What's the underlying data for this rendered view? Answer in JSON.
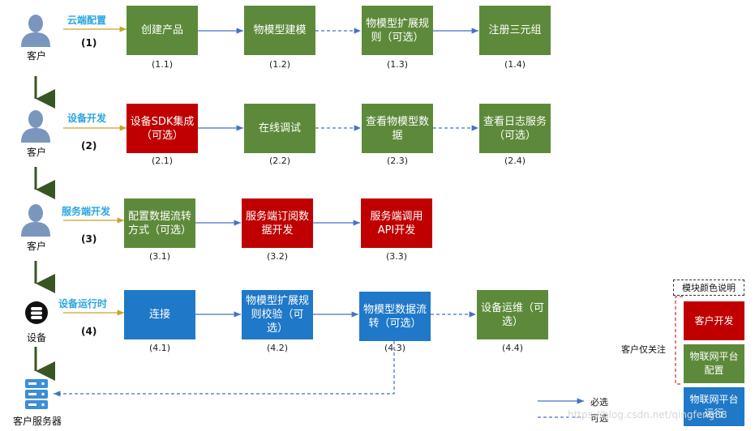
{
  "rows": [
    {
      "actor": "客户",
      "phase": "云端配置",
      "index": "(1)"
    },
    {
      "actor": "客户",
      "phase": "设备开发",
      "index": "(2)"
    },
    {
      "actor": "客户",
      "phase": "服务端开发",
      "index": "(3)"
    },
    {
      "actor": "设备",
      "phase": "设备运行时",
      "index": "(4)"
    }
  ],
  "final_actor": "客户服务器",
  "boxes": {
    "b11": {
      "text": "创建产品",
      "step": "(1.1)"
    },
    "b12": {
      "text": "物模型建模",
      "step": "(1.2)"
    },
    "b13": {
      "text": "物模型扩展规则（可选）",
      "step": "(1.3)"
    },
    "b14": {
      "text": "注册三元组",
      "step": "(1.4)"
    },
    "b21": {
      "text": "设备SDK集成（可选）",
      "step": "(2.1)"
    },
    "b22": {
      "text": "在线调试",
      "step": "(2.2)"
    },
    "b23": {
      "text": "查看物模型数据",
      "step": "(2.3)"
    },
    "b24": {
      "text": "查看日志服务（可选）",
      "step": "(2.4)"
    },
    "b31": {
      "text": "配置数据流转方式（可选）",
      "step": "(3.1)"
    },
    "b32": {
      "text": "服务端订阅数据开发",
      "step": "(3.2)"
    },
    "b33": {
      "text": "服务端调用API开发",
      "step": "(3.3)"
    },
    "b41": {
      "text": "连接",
      "step": "(4.1)"
    },
    "b42": {
      "text": "物模型扩展规则校验（可选）",
      "step": "(4.2)"
    },
    "b43": {
      "text": "物模型数据流转（可选）",
      "step": "(4.3)"
    },
    "b44": {
      "text": "设备运维（可选）",
      "step": "(4.4)"
    }
  },
  "legend": {
    "title": "模块颜色说明",
    "customer_only": "客户仅关注",
    "items": [
      "客户开发",
      "物联网平台配置",
      "物联网平台运行"
    ],
    "required": "必选",
    "optional": "可选"
  },
  "colors": {
    "green": "#5c8a3a",
    "red": "#c00000",
    "blue": "#1f78c8",
    "phase": "#2aa6e0"
  },
  "watermark": "https://blog.csdn.net/qingfeng88"
}
